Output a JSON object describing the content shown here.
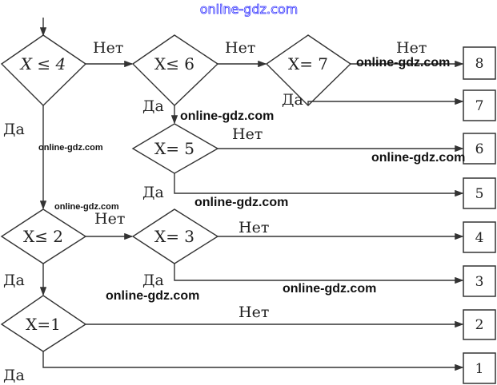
{
  "watermarks": {
    "top": "online-gdz.com",
    "w1": "online-gdz.com",
    "w2": "online-gdz.com",
    "w3": "online-gdz.com",
    "w4": "online-gdz.com",
    "w5": "online-gdz.com",
    "w6": "online-gdz.com",
    "w7": "online-gdz.com",
    "w8": "online-gdz.com"
  },
  "conditions": {
    "c1": "X ≤ 4",
    "c2": "X≤ 6",
    "c3": "X= 7",
    "c4": "X= 5",
    "c5": "X≤ 2",
    "c6": "X= 3",
    "c7": "X=1"
  },
  "labels": {
    "yes": "Да",
    "no": "Нет"
  },
  "outcomes": [
    "8",
    "7",
    "6",
    "5",
    "4",
    "3",
    "2",
    "1"
  ]
}
